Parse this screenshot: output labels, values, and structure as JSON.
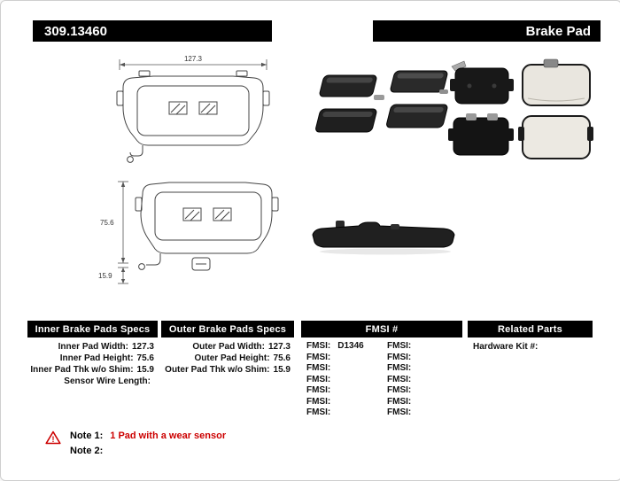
{
  "header": {
    "part_number": "309.13460",
    "product_name": "Brake Pad"
  },
  "drawings": {
    "pad_width_mm": "127.3",
    "pad_height_mm": "75.6",
    "pad_thickness_mm": "15.9"
  },
  "tables": {
    "inner": {
      "title": "Inner Brake Pads Specs",
      "rows": [
        {
          "label": "Inner Pad Width:",
          "value": "127.3"
        },
        {
          "label": "Inner Pad Height:",
          "value": "75.6"
        },
        {
          "label": "Inner Pad Thk w/o Shim:",
          "value": "15.9"
        },
        {
          "label": "Sensor Wire Length:",
          "value": ""
        }
      ]
    },
    "outer": {
      "title": "Outer Brake Pads Specs",
      "rows": [
        {
          "label": "Outer Pad Width:",
          "value": "127.3"
        },
        {
          "label": "Outer Pad Height:",
          "value": "75.6"
        },
        {
          "label": "Outer Pad Thk w/o Shim:",
          "value": "15.9"
        }
      ]
    },
    "fmsi": {
      "title": "FMSI #",
      "rows": [
        {
          "left_label": "FMSI:",
          "left_value": "D1346",
          "right_label": "FMSI:",
          "right_value": ""
        },
        {
          "left_label": "FMSI:",
          "left_value": "",
          "right_label": "FMSI:",
          "right_value": ""
        },
        {
          "left_label": "FMSI:",
          "left_value": "",
          "right_label": "FMSI:",
          "right_value": ""
        },
        {
          "left_label": "FMSI:",
          "left_value": "",
          "right_label": "FMSI:",
          "right_value": ""
        },
        {
          "left_label": "FMSI:",
          "left_value": "",
          "right_label": "FMSI:",
          "right_value": ""
        },
        {
          "left_label": "FMSI:",
          "left_value": "",
          "right_label": "FMSI:",
          "right_value": ""
        },
        {
          "left_label": "FMSI:",
          "left_value": "",
          "right_label": "FMSI:",
          "right_value": ""
        }
      ]
    },
    "related": {
      "title": "Related Parts",
      "rows": [
        {
          "label": "Hardware Kit #:",
          "value": ""
        }
      ]
    }
  },
  "notes": {
    "warning_icon": "warning-triangle",
    "note1_label": "Note 1:",
    "note1_text": "1 Pad with a wear sensor",
    "note2_label": "Note 2:",
    "note2_text": ""
  },
  "colors": {
    "header_bg": "#000000",
    "note_red": "#cc0000"
  }
}
